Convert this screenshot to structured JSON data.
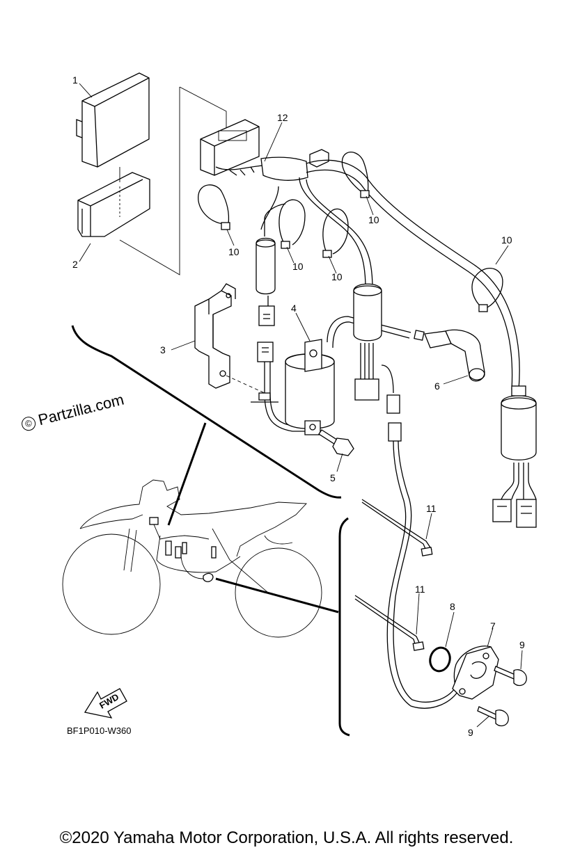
{
  "copyright": "©2020 Yamaha Motor Corporation, U.S.A. All rights reserved.",
  "watermark": {
    "symbol": "©",
    "text": "Partzilla.com"
  },
  "diagram_code": "BF1P010-W360",
  "fwd_label": "FWD",
  "callouts": [
    "1",
    "2",
    "3",
    "4",
    "5",
    "6",
    "7",
    "8",
    "9",
    "9",
    "10",
    "10",
    "10",
    "10",
    "10",
    "11",
    "11",
    "12"
  ]
}
